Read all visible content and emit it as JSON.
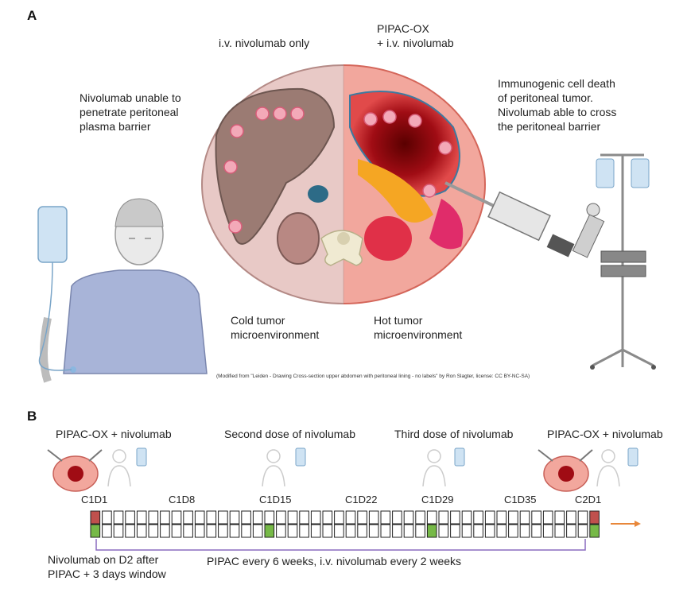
{
  "panel_a": {
    "label": "A",
    "left_header": "i.v. nivolumab only",
    "right_header_line1": "PIPAC-OX",
    "right_header_line2": "+ i.v. nivolumab",
    "left_note_lines": [
      "Nivolumab unable to",
      "penetrate peritoneal",
      "plasma barrier"
    ],
    "right_note_lines": [
      "Immunogenic cell death",
      "of peritoneal tumor.",
      "Nivolumab able to cross",
      "the peritoneal barrier"
    ],
    "cold_lines": [
      "Cold tumor",
      "microenvironment"
    ],
    "hot_lines": [
      "Hot tumor",
      "microenvironment"
    ],
    "credit": "(Modified from \"Leiden - Drawing Cross-section upper abdomen with peritoneal lining - no labels\" by Ron Slagter, license: CC BY-NC-SA)"
  },
  "panel_b": {
    "label": "B",
    "events": [
      "PIPAC-OX + nivolumab",
      "Second dose of nivolumab",
      "Third dose of nivolumab",
      "PIPAC-OX + nivolumab"
    ],
    "day_labels": [
      "C1D1",
      "C1D8",
      "C1D15",
      "C1D22",
      "C1D29",
      "C1D35",
      "C2D1"
    ],
    "window_note_lines": [
      "Nivolumab on D2 after",
      "PIPAC + 3 days window"
    ],
    "schedule_note": "PIPAC every 6 weeks, i.v. nivolumab every 2 weeks",
    "colors": {
      "pipac": "#c0504d",
      "nivolumab": "#76b947",
      "arrow": "#e8873a",
      "bracket": "#8a6bbf"
    }
  }
}
